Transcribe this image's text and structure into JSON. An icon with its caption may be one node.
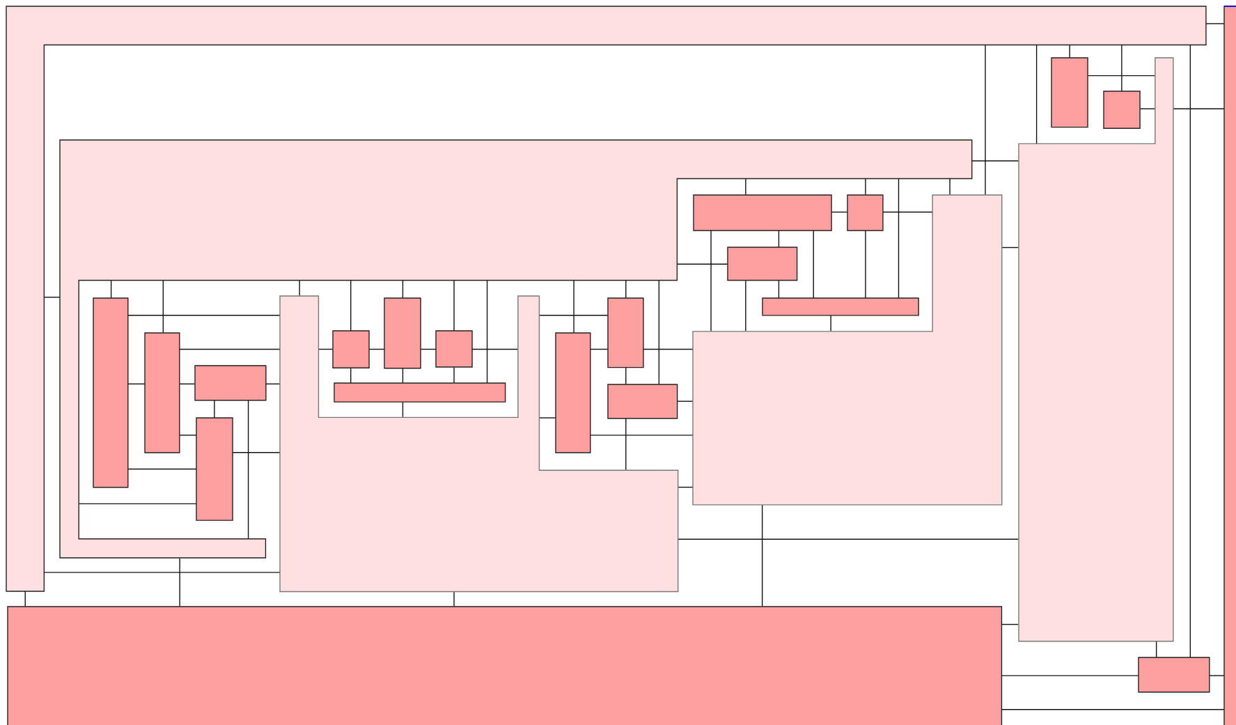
{
  "diagram": {
    "nodes": [
      {
        "text": [],
        "shape": "box"
      },
      {
        "text": [],
        "shape": "box"
      },
      {
        "text": [],
        "shape": "box"
      },
      {
        "text": [],
        "shape": "box"
      },
      {
        "text": [],
        "shape": "box"
      },
      {
        "text": [],
        "shape": "box"
      },
      {
        "text": [],
        "shape": "box"
      },
      {
        "text": [],
        "shape": "box"
      },
      {
        "text": [],
        "shape": "box"
      },
      {
        "text": [],
        "shape": "box"
      },
      {
        "text": [],
        "shape": "box"
      },
      {
        "text": [],
        "shape": "box"
      },
      {
        "text": [],
        "shape": "box"
      },
      {
        "text": [],
        "shape": "box"
      },
      {
        "text": [],
        "shape": "box"
      },
      {
        "text": [],
        "shape": "box"
      },
      {
        "text": [],
        "shape": "box"
      },
      {
        "text": [],
        "shape": "box"
      },
      {
        "text": [],
        "shape": "box"
      },
      {
        "text": [],
        "shape": "box"
      },
      {
        "text": [],
        "shape": "box"
      },
      {
        "text": [],
        "shape": "box"
      },
      {
        "text": [],
        "shape": "box"
      },
      {
        "text": [],
        "shape": "box"
      },
      {
        "text": [],
        "shape": "box"
      }
    ],
    "edges": [
      {
        "from": 0,
        "to": 1,
        "arrow": "none"
      },
      {
        "from": 0,
        "to": 5,
        "arrow": "none"
      },
      {
        "from": 0,
        "to": 23,
        "arrow": "none"
      },
      {
        "from": 0,
        "to": 15,
        "arrow": "none"
      },
      {
        "from": 5,
        "to": 23,
        "arrow": "none"
      },
      {
        "from": 15,
        "to": 23,
        "arrow": "none"
      },
      {
        "from": 10,
        "to": 23,
        "arrow": "none"
      },
      {
        "from": 15,
        "to": 4,
        "arrow": "none"
      },
      {
        "from": 23,
        "to": 4,
        "arrow": "none"
      },
      {
        "from": 23,
        "to": 24,
        "arrow": "none"
      },
      {
        "from": 24,
        "to": 1,
        "arrow": "none"
      },
      {
        "from": 23,
        "to": 1,
        "arrow": "none"
      },
      {
        "from": 4,
        "to": 24,
        "arrow": "none"
      },
      {
        "from": 0,
        "to": 24,
        "arrow": "none"
      },
      {
        "from": 4,
        "to": 1,
        "arrow": "none"
      },
      {
        "from": 3,
        "to": 4,
        "arrow": "none"
      },
      {
        "from": 0,
        "to": 2,
        "arrow": "none"
      },
      {
        "from": 2,
        "to": 4,
        "arrow": "none"
      },
      {
        "from": 0,
        "to": 3,
        "arrow": "none"
      },
      {
        "from": 0,
        "to": 4,
        "arrow": "none"
      },
      {
        "from": 0,
        "to": 10,
        "arrow": "none"
      },
      {
        "from": 5,
        "to": 4,
        "arrow": "none"
      },
      {
        "from": 10,
        "to": 4,
        "arrow": "none"
      },
      {
        "from": 5,
        "to": 6,
        "arrow": "none"
      },
      {
        "from": 5,
        "to": 7,
        "arrow": "none"
      },
      {
        "from": 5,
        "to": 9,
        "arrow": "none"
      },
      {
        "from": 5,
        "to": 10,
        "arrow": "none"
      },
      {
        "from": 6,
        "to": 7,
        "arrow": "none"
      },
      {
        "from": 7,
        "to": 10,
        "arrow": "none"
      },
      {
        "from": 6,
        "to": 8,
        "arrow": "none"
      },
      {
        "from": 6,
        "to": 9,
        "arrow": "none"
      },
      {
        "from": 7,
        "to": 9,
        "arrow": "none"
      },
      {
        "from": 5,
        "to": 8,
        "arrow": "none"
      },
      {
        "from": 6,
        "to": 10,
        "arrow": "none"
      },
      {
        "from": 8,
        "to": 10,
        "arrow": "none"
      },
      {
        "from": 8,
        "to": 9,
        "arrow": "none"
      },
      {
        "from": 9,
        "to": 10,
        "arrow": "none"
      },
      {
        "from": 5,
        "to": 11,
        "arrow": "none"
      },
      {
        "from": 5,
        "to": 12,
        "arrow": "none"
      },
      {
        "from": 5,
        "to": 15,
        "arrow": "none"
      },
      {
        "from": 5,
        "to": 16,
        "arrow": "none"
      },
      {
        "from": 5,
        "to": 17,
        "arrow": "none"
      },
      {
        "from": 5,
        "to": 18,
        "arrow": "none"
      },
      {
        "from": 5,
        "to": 19,
        "arrow": "none"
      },
      {
        "from": 5,
        "to": 20,
        "arrow": "none"
      },
      {
        "from": 5,
        "to": 21,
        "arrow": "none"
      },
      {
        "from": 5,
        "to": 22,
        "arrow": "none"
      },
      {
        "from": 11,
        "to": 15,
        "arrow": "none"
      },
      {
        "from": 12,
        "to": 15,
        "arrow": "none"
      },
      {
        "from": 11,
        "to": 12,
        "arrow": "none"
      },
      {
        "from": 12,
        "to": 13,
        "arrow": "none"
      },
      {
        "from": 13,
        "to": 15,
        "arrow": "none"
      },
      {
        "from": 13,
        "to": 14,
        "arrow": "none"
      },
      {
        "from": 12,
        "to": 14,
        "arrow": "none"
      },
      {
        "from": 14,
        "to": 15,
        "arrow": "none"
      },
      {
        "from": 13,
        "to": 5,
        "arrow": "none"
      },
      {
        "from": 11,
        "to": 14,
        "arrow": "none"
      },
      {
        "from": 5,
        "to": 14,
        "arrow": "none"
      },
      {
        "from": 15,
        "to": 16,
        "arrow": "none"
      },
      {
        "from": 16,
        "to": 17,
        "arrow": "none"
      },
      {
        "from": 17,
        "to": 18,
        "arrow": "none"
      },
      {
        "from": 18,
        "to": 15,
        "arrow": "none"
      },
      {
        "from": 16,
        "to": 19,
        "arrow": "none"
      },
      {
        "from": 17,
        "to": 19,
        "arrow": "none"
      },
      {
        "from": 18,
        "to": 19,
        "arrow": "none"
      },
      {
        "from": 19,
        "to": 15,
        "arrow": "none"
      },
      {
        "from": 15,
        "to": 21,
        "arrow": "none"
      },
      {
        "from": 15,
        "to": 20,
        "arrow": "none"
      },
      {
        "from": 20,
        "to": 21,
        "arrow": "none"
      },
      {
        "from": 21,
        "to": 10,
        "arrow": "none"
      },
      {
        "from": 21,
        "to": 22,
        "arrow": "none"
      },
      {
        "from": 20,
        "to": 10,
        "arrow": "none"
      },
      {
        "from": 22,
        "to": 15,
        "arrow": "none"
      },
      {
        "from": 22,
        "to": 10,
        "arrow": "none"
      },
      {
        "from": 15,
        "to": 10,
        "arrow": "none"
      }
    ]
  }
}
